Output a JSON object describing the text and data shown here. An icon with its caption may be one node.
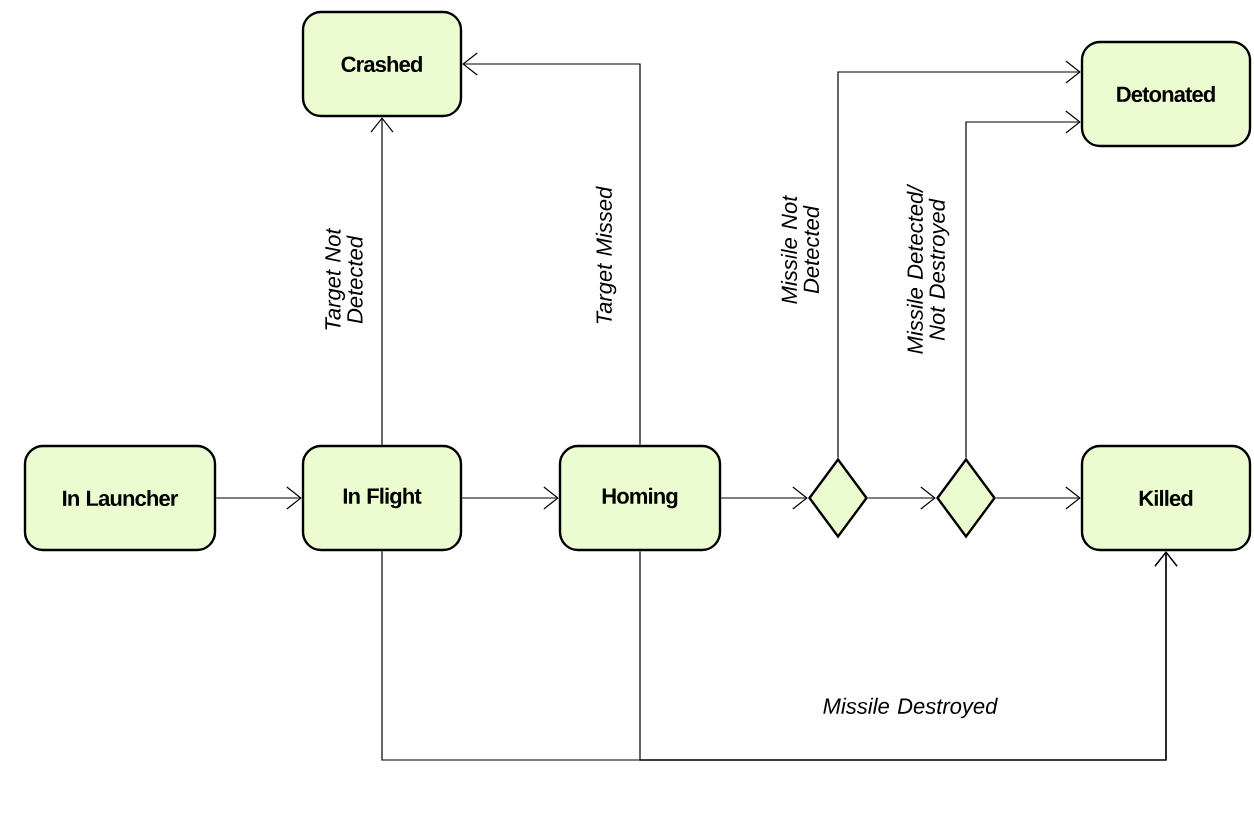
{
  "diagram": {
    "nodes": [
      {
        "text": [
          "Crashed"
        ]
      },
      {
        "text": [
          "Detonated"
        ]
      },
      {
        "text": [
          "In Launcher"
        ]
      },
      {
        "text": [
          "In Flight"
        ]
      },
      {
        "text": [
          "Homing"
        ]
      },
      {
        "text": [],
        "shape": "diamond"
      },
      {
        "text": [],
        "shape": "diamond"
      },
      {
        "text": [
          "Killed"
        ]
      }
    ],
    "edges": [
      {
        "from": 2,
        "to": 3,
        "arrow": "to"
      },
      {
        "from": 3,
        "to": 4,
        "arrow": "to"
      },
      {
        "from": 3,
        "to": 0,
        "arrow": "to",
        "label": "Target Not Detected"
      },
      {
        "from": 4,
        "to": 0,
        "arrow": "to",
        "label": "Target Missed"
      },
      {
        "from": 4,
        "to": 5,
        "arrow": "to"
      },
      {
        "from": 5,
        "to": 6,
        "arrow": "to"
      },
      {
        "from": 6,
        "to": 7,
        "arrow": "to"
      },
      {
        "from": 5,
        "to": 1,
        "arrow": "to",
        "label": "Missile Not Detected"
      },
      {
        "from": 6,
        "to": 1,
        "arrow": "to",
        "label": "Missile Detected/ Not Destroyed"
      },
      {
        "from": 3,
        "to": 7,
        "arrow": "to",
        "label": "Missile Destroyed"
      },
      {
        "from": 4,
        "to": 7,
        "arrow": "to"
      }
    ]
  }
}
